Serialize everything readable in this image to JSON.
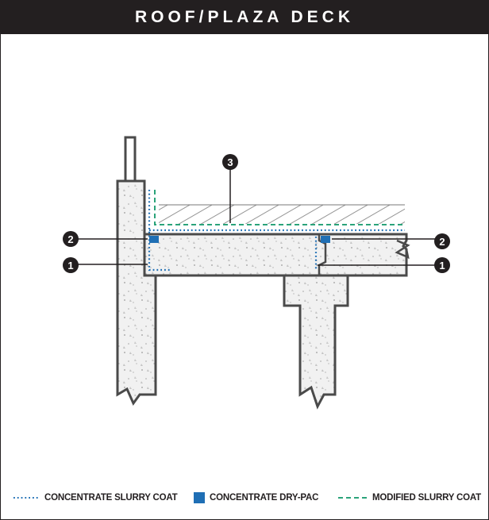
{
  "title": "ROOF/PLAZA DECK",
  "callouts": [
    "1",
    "2",
    "3"
  ],
  "legend": [
    {
      "label": "CONCENTRATE SLURRY COAT",
      "style": "dotted",
      "color": "#1f6fb5"
    },
    {
      "label": "CONCENTRATE DRY-PAC",
      "style": "solid-square",
      "color": "#1f6fb5"
    },
    {
      "label": "MODIFIED SLURRY COAT",
      "style": "dashed",
      "color": "#2aa37a"
    }
  ],
  "colors": {
    "ink": "#231f20",
    "concrete": "#efefef",
    "slurry": "#1f6fb5",
    "drypac": "#1f6fb5",
    "modified": "#2aa37a"
  }
}
